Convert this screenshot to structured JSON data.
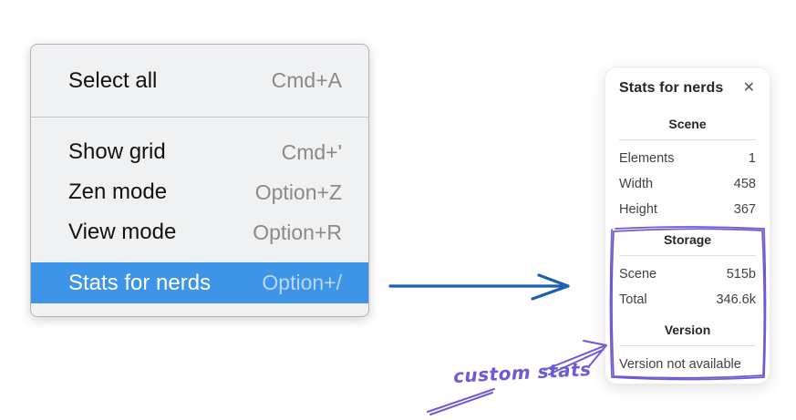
{
  "context_menu": {
    "sections": [
      {
        "items": [
          {
            "label": "Select all",
            "shortcut": "Cmd+A"
          }
        ]
      },
      {
        "items": [
          {
            "label": "Show grid",
            "shortcut": "Cmd+'"
          },
          {
            "label": "Zen mode",
            "shortcut": "Option+Z"
          },
          {
            "label": "View mode",
            "shortcut": "Option+R"
          },
          {
            "label": "Stats for nerds",
            "shortcut": "Option+/",
            "highlighted": true
          }
        ]
      }
    ]
  },
  "stats_panel": {
    "title": "Stats for nerds",
    "close_glyph": "✕",
    "sections": [
      {
        "heading": "Scene",
        "rows": [
          [
            "Elements",
            "1"
          ],
          [
            "Width",
            "458"
          ],
          [
            "Height",
            "367"
          ]
        ]
      },
      {
        "heading": "Storage",
        "rows": [
          [
            "Scene",
            "515b"
          ],
          [
            "Total",
            "346.6k"
          ]
        ]
      },
      {
        "heading": "Version",
        "note": "Version not available"
      }
    ]
  },
  "annotation": {
    "label": "custom stats"
  },
  "colors": {
    "menu_highlight": "#3e95e7",
    "menu_highlight_text": "#ffffff",
    "menu_shortcut": "#8a8a8a",
    "arrow_blue": "#1e5fae",
    "annotation_purple": "#6b5bd6"
  }
}
